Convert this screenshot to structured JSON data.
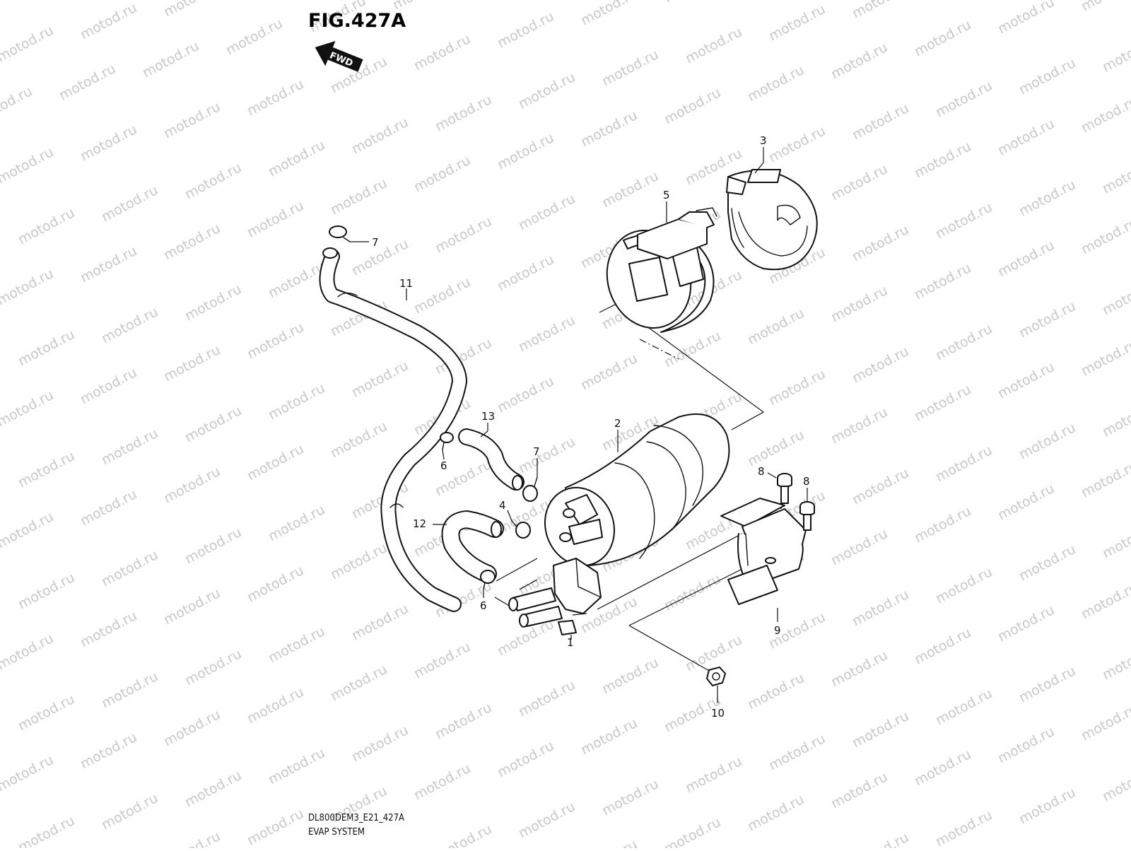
{
  "figure": {
    "title": "FIG.427A",
    "fwd_label": "FWD",
    "model_code": "DL800DEM3_E21_427A",
    "section_name": "EVAP SYSTEM",
    "watermark": "motod.ru"
  },
  "callouts": [
    {
      "id": "c1",
      "label": "1"
    },
    {
      "id": "c2",
      "label": "2"
    },
    {
      "id": "c3",
      "label": "3"
    },
    {
      "id": "c4",
      "label": "4"
    },
    {
      "id": "c5",
      "label": "5"
    },
    {
      "id": "c6a",
      "label": "6"
    },
    {
      "id": "c6b",
      "label": "6"
    },
    {
      "id": "c7a",
      "label": "7"
    },
    {
      "id": "c7b",
      "label": "7"
    },
    {
      "id": "c8a",
      "label": "8"
    },
    {
      "id": "c8b",
      "label": "8"
    },
    {
      "id": "c9",
      "label": "9"
    },
    {
      "id": "c10",
      "label": "10"
    },
    {
      "id": "c11",
      "label": "11"
    },
    {
      "id": "c12",
      "label": "12"
    },
    {
      "id": "c13",
      "label": "13"
    }
  ],
  "colors": {
    "line": "#111111",
    "watermark": "#c8c8c8",
    "background": "#ffffff"
  }
}
